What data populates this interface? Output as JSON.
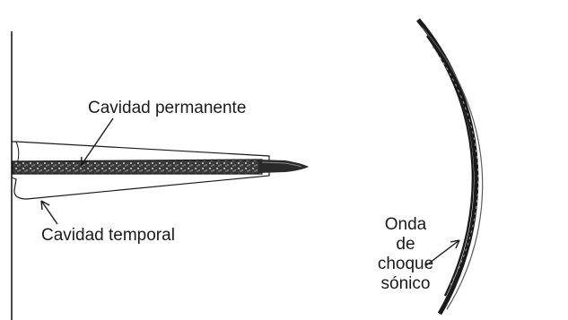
{
  "labels": {
    "permanent_cavity": "Cavidad permanente",
    "temporary_cavity": "Cavidad temporal",
    "shock_wave": [
      "Onda",
      "de",
      "choque",
      "sónico"
    ]
  },
  "colors": {
    "ink": "#1a1a1a",
    "bullet": "#2a2a2a",
    "tract": "#3a3a3a",
    "background": "#ffffff"
  }
}
